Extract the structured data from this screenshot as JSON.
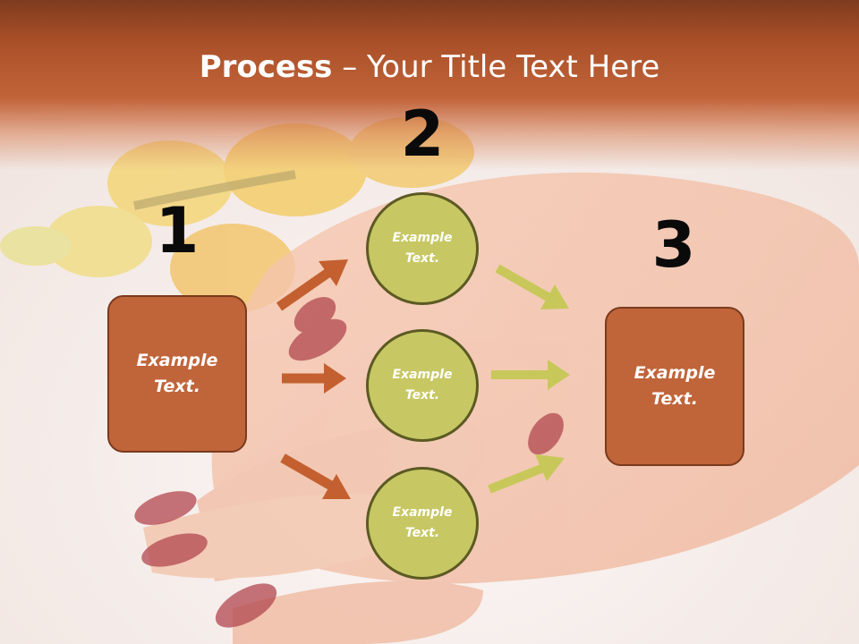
{
  "slide": {
    "title_bold": "Process",
    "title_rest": " – Your Title Text Here"
  },
  "steps": {
    "step1": {
      "number": "1",
      "text": "Example\nText."
    },
    "step2": {
      "number": "2",
      "circles": [
        {
          "text": "Example\nText."
        },
        {
          "text": "Example\nText."
        },
        {
          "text": "Example\nText."
        }
      ]
    },
    "step3": {
      "number": "3",
      "text": "Example\nText."
    }
  },
  "colors": {
    "box_fill": "#c0643a",
    "box_border": "#7a3a1d",
    "circle_fill": "#c7c764",
    "circle_border": "#5c5a23",
    "arrow_orange": "#c4602f",
    "arrow_green": "#c8c85a",
    "header": "#a94f27"
  }
}
